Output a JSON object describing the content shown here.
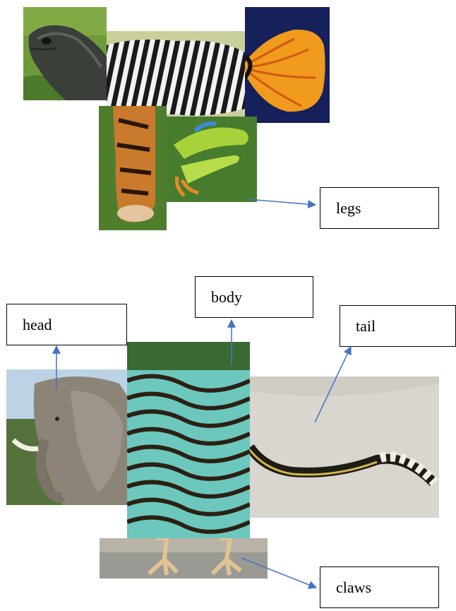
{
  "figure_top": {
    "labels": {
      "legs": "legs"
    }
  },
  "figure_bottom": {
    "labels": {
      "head": "head",
      "body": "body",
      "tail": "tail",
      "claws": "claws"
    }
  },
  "colors": {
    "arrow": "#4472c4",
    "label_border": "#000000"
  }
}
